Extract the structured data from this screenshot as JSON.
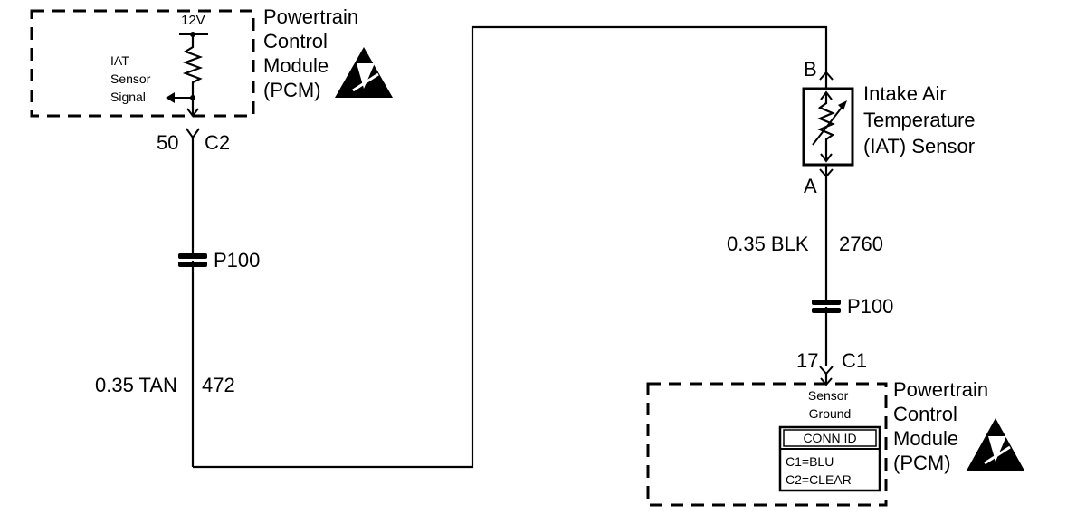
{
  "pcm_top": {
    "title_lines": [
      "Powertrain",
      "Control",
      "Module",
      "(PCM)"
    ],
    "voltage": "12V",
    "signal_lines": [
      "IAT",
      "Sensor",
      "Signal"
    ]
  },
  "pcm_bottom": {
    "title_lines": [
      "Powertrain",
      "Control",
      "Module",
      "(PCM)"
    ],
    "ground_lines": [
      "Sensor",
      "Ground"
    ],
    "conn_header": "CONN ID",
    "conn_rows": [
      "C1=BLU",
      "C2=CLEAR"
    ]
  },
  "sensor": {
    "title_lines": [
      "Intake Air",
      "Temperature",
      "(IAT) Sensor"
    ],
    "pin_b": "B",
    "pin_a": "A"
  },
  "connectors": {
    "top_pin": "50",
    "top_conn": "C2",
    "bottom_pin": "17",
    "bottom_conn": "C1"
  },
  "splices": {
    "left": "P100",
    "right": "P100"
  },
  "wires": {
    "left_size_color": "0.35 TAN",
    "left_circuit": "472",
    "right_size_color": "0.35 BLK",
    "right_circuit": "2760"
  }
}
